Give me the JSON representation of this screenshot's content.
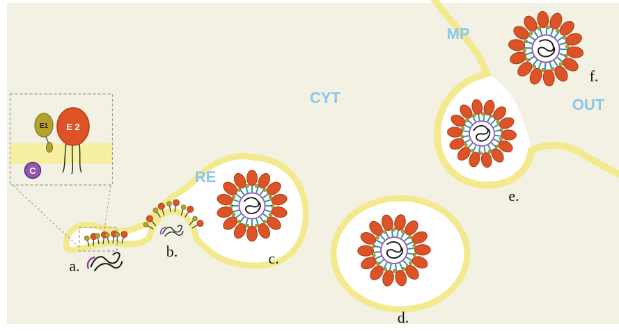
{
  "figure": {
    "compartments": {
      "cyt": "CYT",
      "re": "RE",
      "mp": "MP",
      "out": "OUT"
    },
    "stages": {
      "a": "a.",
      "b": "b.",
      "c": "c.",
      "d": "d.",
      "e": "e.",
      "f": "f."
    },
    "inset": {
      "e1_label": "E1",
      "e2_label": "E 2",
      "c_label": "C"
    },
    "colors": {
      "background": "#F3F1E3",
      "membrane_yellow": "#F3EA8F",
      "label_blue": "#8AC6EA",
      "stage_label": "#141414",
      "glycoprotein_orange": "#DE5227",
      "e1_olive": "#B3A22D",
      "capsid_purple": "#9457B0",
      "spike_teal": "#2D98A0",
      "genome_black": "#161616"
    }
  }
}
